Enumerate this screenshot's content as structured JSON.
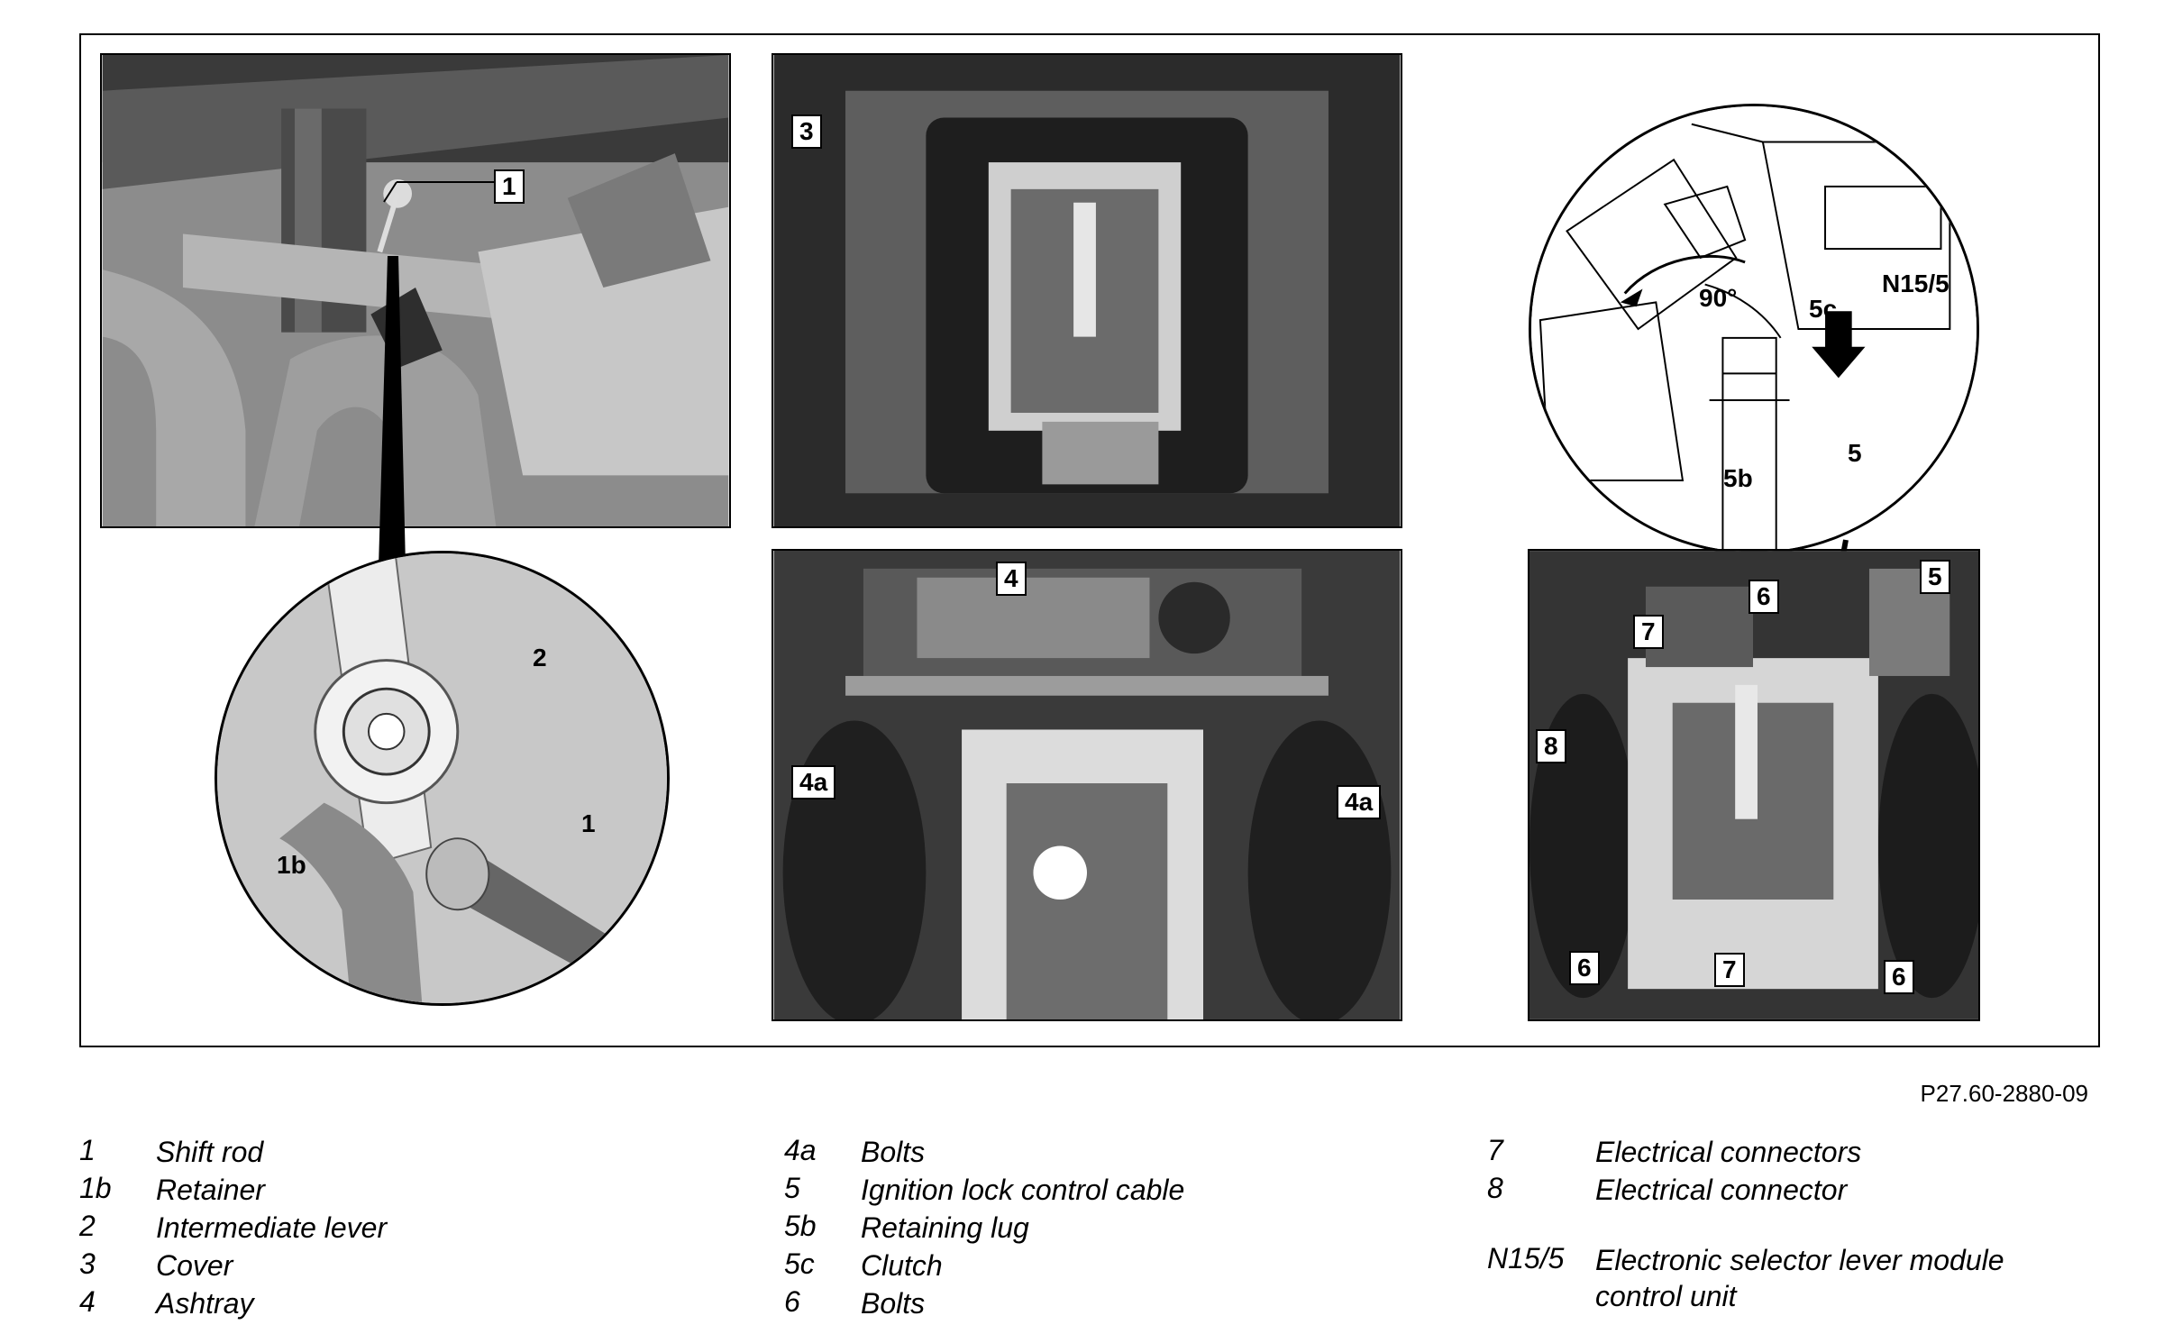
{
  "figure_ref": "P27.60-2880-09",
  "callouts": {
    "top_left": "1",
    "mag_retainer": "1b",
    "mag_lever": "2",
    "mag_rod": "1",
    "top_middle": "3",
    "bottom_middle_ashtray": "4",
    "bottom_middle_bolt_left": "4a",
    "bottom_middle_bolt_right": "4a",
    "mag_right_unit": "N15/5",
    "mag_right_angle": "90°",
    "mag_right_clutch": "5c",
    "mag_right_lug": "5b",
    "mag_right_cable": "5",
    "bottom_right_cable": "5",
    "bottom_right_bolts_top": "6",
    "bottom_right_connectors_top": "7",
    "bottom_right_connector": "8",
    "bottom_right_bolts_left": "6",
    "bottom_right_connectors_bottom": "7",
    "bottom_right_bolts_right": "6"
  },
  "legend": {
    "col1": [
      {
        "key": "1",
        "label": "Shift rod"
      },
      {
        "key": "1b",
        "label": "Retainer"
      },
      {
        "key": "2",
        "label": "Intermediate lever"
      },
      {
        "key": "3",
        "label": "Cover"
      },
      {
        "key": "4",
        "label": "Ashtray"
      }
    ],
    "col2": [
      {
        "key": "4a",
        "label": "Bolts"
      },
      {
        "key": "5",
        "label": "Ignition lock control cable"
      },
      {
        "key": "5b",
        "label": "Retaining lug"
      },
      {
        "key": "5c",
        "label": "Clutch"
      },
      {
        "key": "6",
        "label": "Bolts"
      }
    ],
    "col3": [
      {
        "key": "7",
        "label": "Electrical connectors"
      },
      {
        "key": "8",
        "label": "Electrical connector"
      },
      {
        "key": "N15/5",
        "label": "Electronic selector lever module control unit"
      }
    ]
  }
}
